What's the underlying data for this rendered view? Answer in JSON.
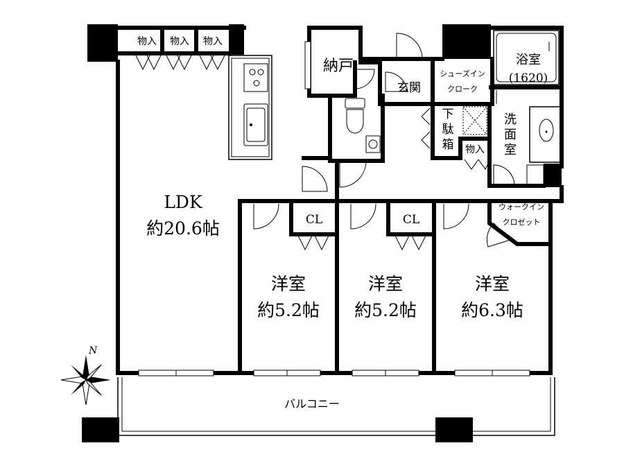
{
  "rooms": {
    "ldk_name": "LDK",
    "ldk_size": "約20.6帖",
    "western1_name": "洋室",
    "western1_size": "約5.2帖",
    "western2_name": "洋室",
    "western2_size": "約5.2帖",
    "western3_name": "洋室",
    "western3_size": "約6.3帖",
    "storeroom": "納戸",
    "entrance": "玄関",
    "shoes_in_cloak_1": "シューズイン",
    "shoes_in_cloak_2": "クローク",
    "bathroom": "浴室",
    "bathroom_size": "(1620)",
    "washroom_1": "洗",
    "washroom_2": "面",
    "washroom_3": "室",
    "shoe_box_1": "下",
    "shoe_box_2": "駄",
    "shoe_box_3": "箱",
    "walk_in_closet_1": "ウォークイン",
    "walk_in_closet_2": "クロゼット",
    "balcony": "バルコニー",
    "storage_1": "物入",
    "storage_2": "物入",
    "storage_3": "物入",
    "storage_4": "物入",
    "closet_1": "CL",
    "closet_2": "CL"
  },
  "compass": {
    "north_label": "N"
  }
}
